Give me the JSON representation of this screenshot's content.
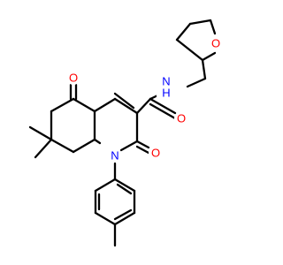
{
  "molecule": {
    "atoms": {
      "o_ketone": {
        "text": "O",
        "color": "#ff0000"
      },
      "o_amide_carbonyl": {
        "text": "O",
        "color": "#ff0000"
      },
      "o_pyridone_carbonyl": {
        "text": "O",
        "color": "#ff0000"
      },
      "o_ring_ether": {
        "text": "O",
        "color": "#ff0000"
      },
      "n_amide": {
        "text": "N",
        "sub": "H",
        "color": "#0000ff"
      },
      "n_ring": {
        "text": "N",
        "color": "#0000ff"
      }
    }
  }
}
